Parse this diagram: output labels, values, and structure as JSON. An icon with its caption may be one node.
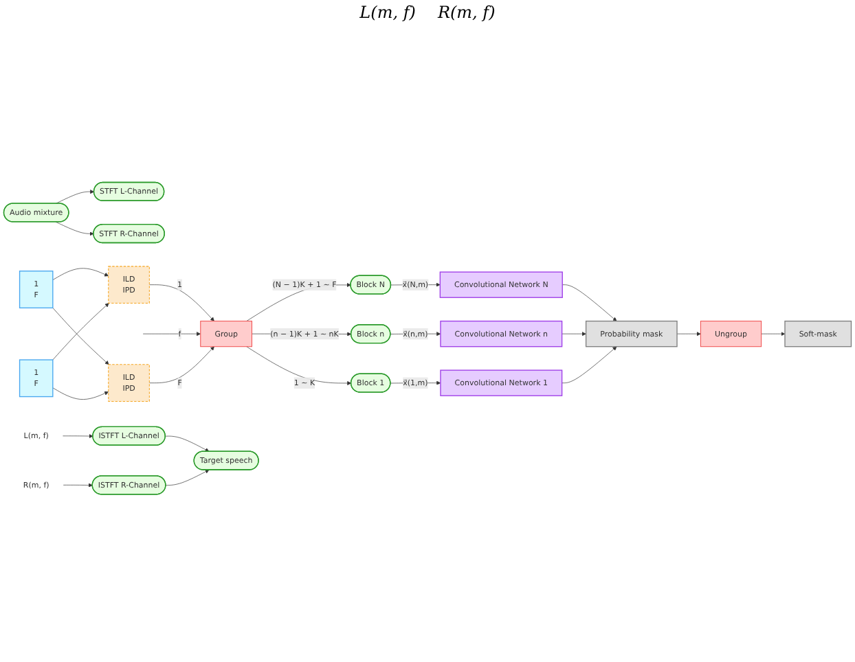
{
  "diagram": {
    "nodes": [
      {
        "text": [
          "STFT L-Channel"
        ]
      },
      {
        "text": [
          "Audio mixture"
        ]
      },
      {
        "text": [
          "STFT R-Channel"
        ]
      },
      {
        "text": [
          "1",
          "F"
        ]
      },
      {
        "text": [
          "1",
          "F"
        ]
      },
      {
        "text": [
          "ILD",
          "IPD"
        ]
      },
      {
        "text": [
          "ILD",
          "IPD"
        ]
      },
      {
        "text": [
          "Group"
        ]
      },
      {
        "text": [
          "Block 1"
        ]
      },
      {
        "text": [
          "Block n"
        ]
      },
      {
        "text": [
          "Block N"
        ]
      },
      {
        "text": [
          "Convolutional Network N"
        ]
      },
      {
        "text": [
          "Convolutional Network n"
        ]
      },
      {
        "text": [
          "Convolutional Network 1"
        ]
      },
      {
        "text": [
          "Probability mask"
        ]
      },
      {
        "text": [
          "Ungroup"
        ]
      },
      {
        "text": [
          "Soft-mask"
        ]
      },
      {
        "text": [
          "ISTFT L-Channel"
        ]
      },
      {
        "text": [
          "ISTFT R-Channel"
        ]
      },
      {
        "text": [
          "Target speech"
        ]
      },
      {
        "text": [
          "L(m, f)"
        ]
      },
      {
        "text": [
          "R(m, f)"
        ]
      }
    ],
    "edges": [
      {
        "from": 1,
        "to": 0,
        "arrow": "to"
      },
      {
        "from": 1,
        "to": 2,
        "arrow": "to"
      },
      {
        "from": 3,
        "to": 5,
        "arrow": "to"
      },
      {
        "from": 4,
        "to": 5,
        "arrow": "to"
      },
      {
        "from": 3,
        "to": 6,
        "arrow": "to"
      },
      {
        "from": 4,
        "to": 6,
        "arrow": "to"
      },
      {
        "from": 5,
        "to": 7,
        "label": "1",
        "arrow": "to"
      },
      {
        "from": null,
        "to": 7,
        "label": "f",
        "arrow": "to"
      },
      {
        "from": 6,
        "to": 7,
        "label": "F",
        "arrow": "to"
      },
      {
        "from": 7,
        "to": 8,
        "label": "1 ∼ K",
        "arrow": "to"
      },
      {
        "from": 7,
        "to": 9,
        "label": "(n − 1)K + 1 ∼ nK",
        "arrow": "to"
      },
      {
        "from": 7,
        "to": 10,
        "label": "(N − 1)K + 1 ∼ F",
        "arrow": "to"
      },
      {
        "from": 8,
        "to": 13,
        "label": "x⃗(1,m)",
        "arrow": "to"
      },
      {
        "from": 9,
        "to": 12,
        "label": "x⃗(n,m)",
        "arrow": "to"
      },
      {
        "from": 10,
        "to": 11,
        "label": "x⃗(N,m)",
        "arrow": "to"
      },
      {
        "from": 11,
        "to": 14,
        "arrow": "to"
      },
      {
        "from": 12,
        "to": 14,
        "arrow": "to"
      },
      {
        "from": 13,
        "to": 14,
        "arrow": "to"
      },
      {
        "from": 14,
        "to": 15,
        "arrow": "to"
      },
      {
        "from": 15,
        "to": 16,
        "arrow": "to"
      },
      {
        "from": 20,
        "to": 17,
        "arrow": "to"
      },
      {
        "from": 21,
        "to": 18,
        "arrow": "to"
      },
      {
        "from": 17,
        "to": 19,
        "arrow": "to"
      },
      {
        "from": 18,
        "to": 19,
        "arrow": "to"
      }
    ],
    "labels": [
      "L(m, f)",
      "R(m, f)"
    ]
  }
}
